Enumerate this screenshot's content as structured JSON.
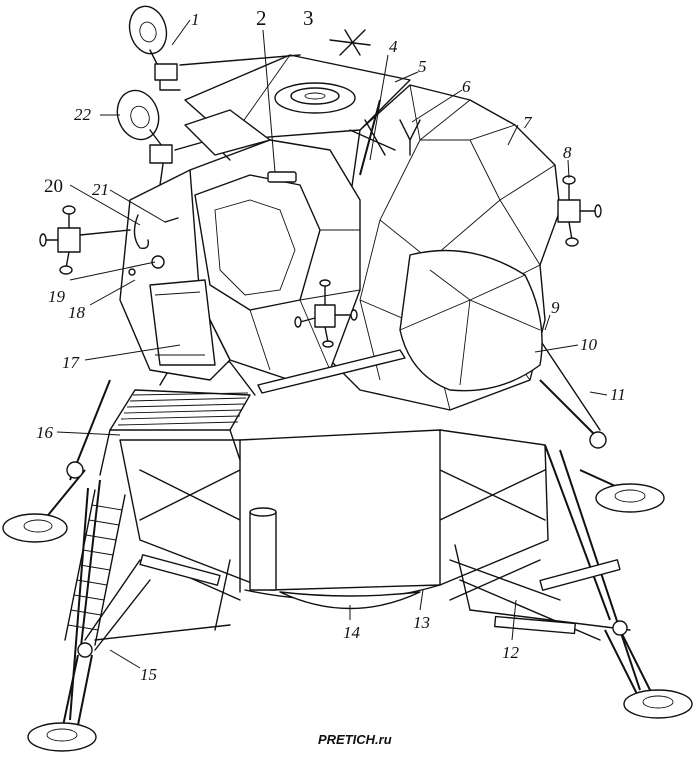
{
  "callouts": [
    "1",
    "2",
    "3",
    "4",
    "5",
    "6",
    "7",
    "8",
    "9",
    "10",
    "11",
    "12",
    "13",
    "14",
    "15",
    "16",
    "17",
    "18",
    "19",
    "20",
    "21",
    "22"
  ],
  "credit": "PRETICH.ru"
}
